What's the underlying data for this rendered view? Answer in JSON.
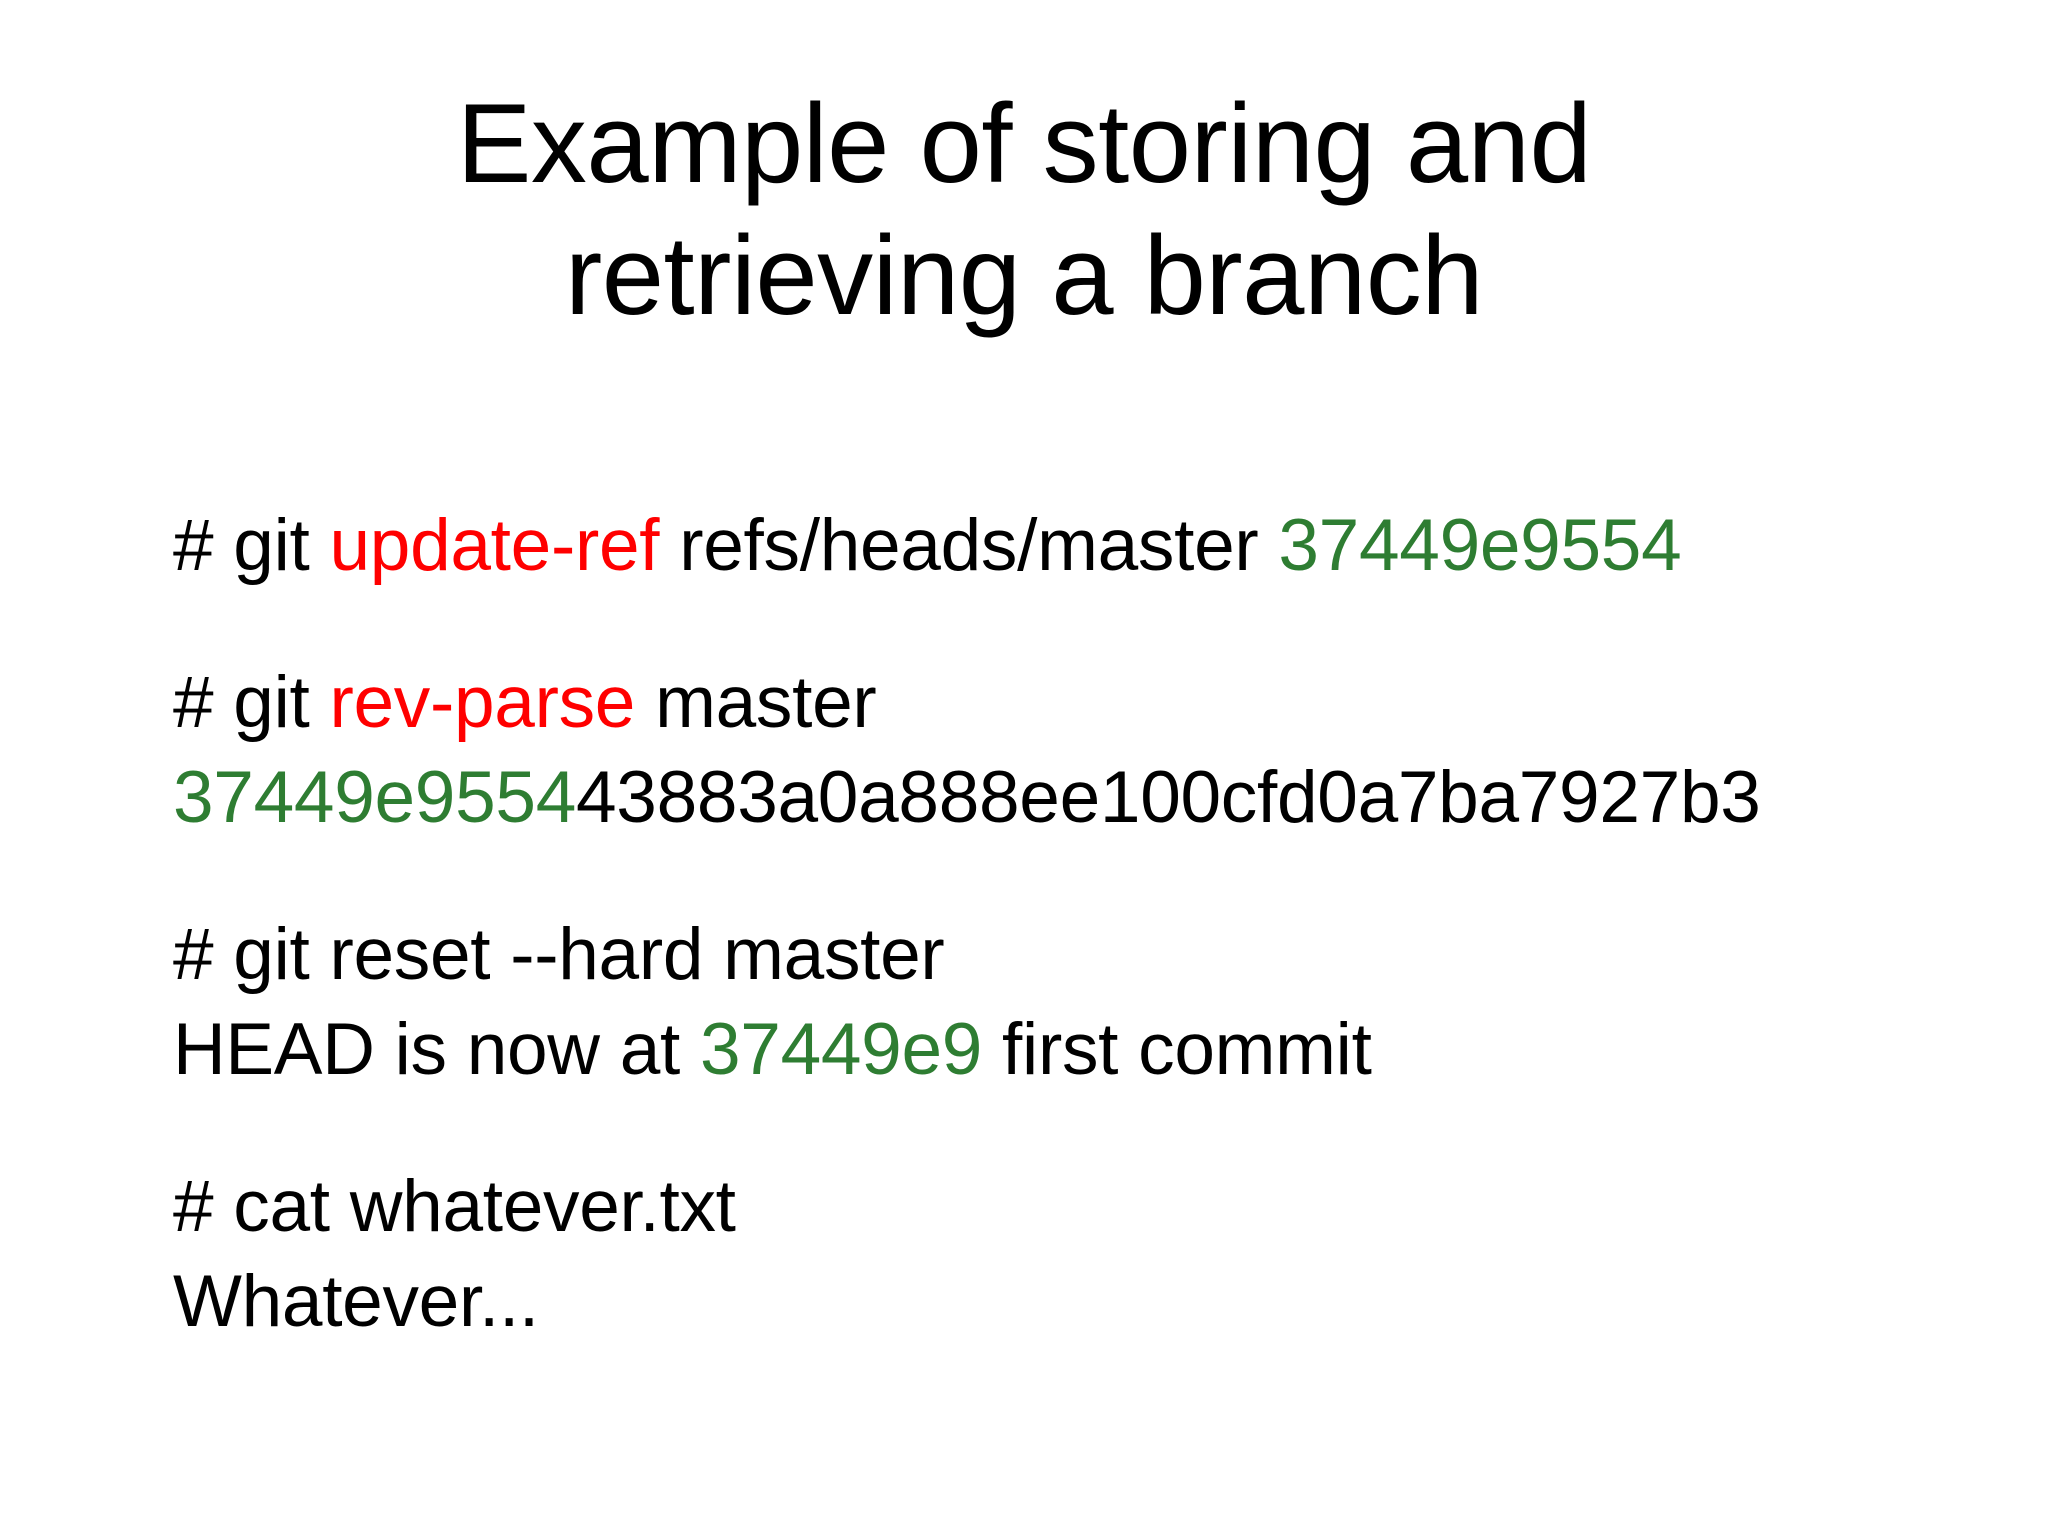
{
  "slide": {
    "background_color": "#ffffff",
    "title": {
      "line1": "Example of storing and",
      "line2": "retrieving a branch"
    },
    "colors": {
      "text": "#000000",
      "keyword_red": "#ff0000",
      "hash_green": "#2e7d32"
    },
    "console": {
      "groups": [
        {
          "name": "update-ref",
          "lines": [
            {
              "name": "command",
              "segments": [
                {
                  "text": "# git ",
                  "style": "plain"
                },
                {
                  "text": "update-ref",
                  "style": "kw"
                },
                {
                  "text": " refs/heads/master ",
                  "style": "plain"
                },
                {
                  "text": "37449e9554",
                  "style": "hash"
                }
              ]
            }
          ]
        },
        {
          "name": "rev-parse",
          "lines": [
            {
              "name": "command",
              "segments": [
                {
                  "text": "# git ",
                  "style": "plain"
                },
                {
                  "text": "rev-parse",
                  "style": "kw"
                },
                {
                  "text": " master",
                  "style": "plain"
                }
              ]
            },
            {
              "name": "output",
              "segments": [
                {
                  "text": "37449e9554",
                  "style": "hash"
                },
                {
                  "text": "43883a0a888ee100cfd0a7ba7927b3",
                  "style": "plain"
                }
              ]
            }
          ]
        },
        {
          "name": "reset-hard",
          "lines": [
            {
              "name": "command",
              "segments": [
                {
                  "text": "# git reset --hard master",
                  "style": "plain"
                }
              ]
            },
            {
              "name": "output",
              "segments": [
                {
                  "text": "HEAD is now at ",
                  "style": "plain"
                },
                {
                  "text": "37449e9",
                  "style": "hash"
                },
                {
                  "text": " first commit",
                  "style": "plain"
                }
              ]
            }
          ]
        },
        {
          "name": "cat-whatever",
          "lines": [
            {
              "name": "command",
              "segments": [
                {
                  "text": "# cat whatever.txt",
                  "style": "plain"
                }
              ]
            },
            {
              "name": "output",
              "segments": [
                {
                  "text": "Whatever...",
                  "style": "plain"
                }
              ]
            }
          ]
        }
      ]
    }
  }
}
